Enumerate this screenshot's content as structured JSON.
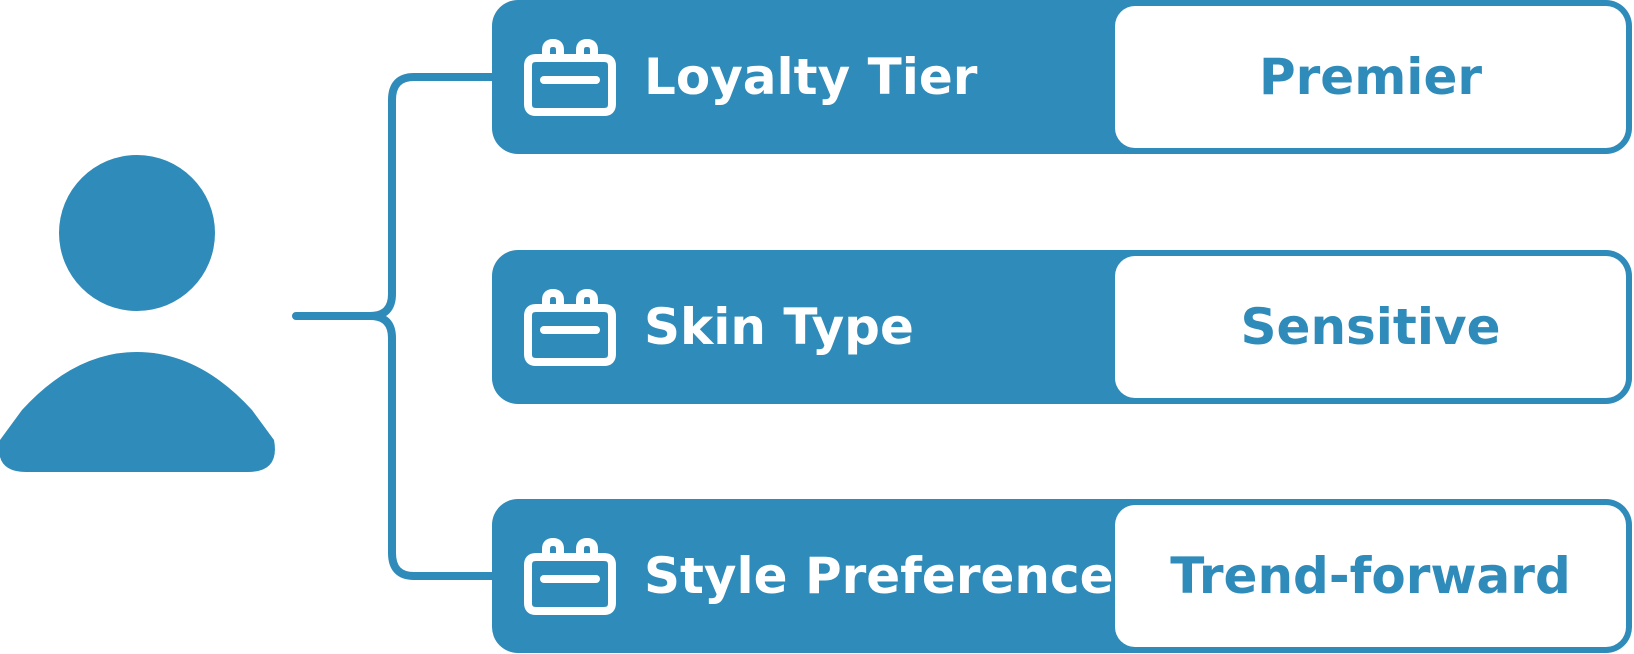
{
  "colors": {
    "accent": "#2f8bb9",
    "background": "#ffffff",
    "label_text": "#ffffff"
  },
  "user": {
    "icon": "user-icon"
  },
  "attributes": [
    {
      "label": "Loyalty Tier",
      "value": "Premier",
      "icon": "calendar-icon"
    },
    {
      "label": "Skin Type",
      "value": "Sensitive",
      "icon": "calendar-icon"
    },
    {
      "label": "Style Preference",
      "value": "Trend-forward",
      "icon": "calendar-icon"
    }
  ]
}
